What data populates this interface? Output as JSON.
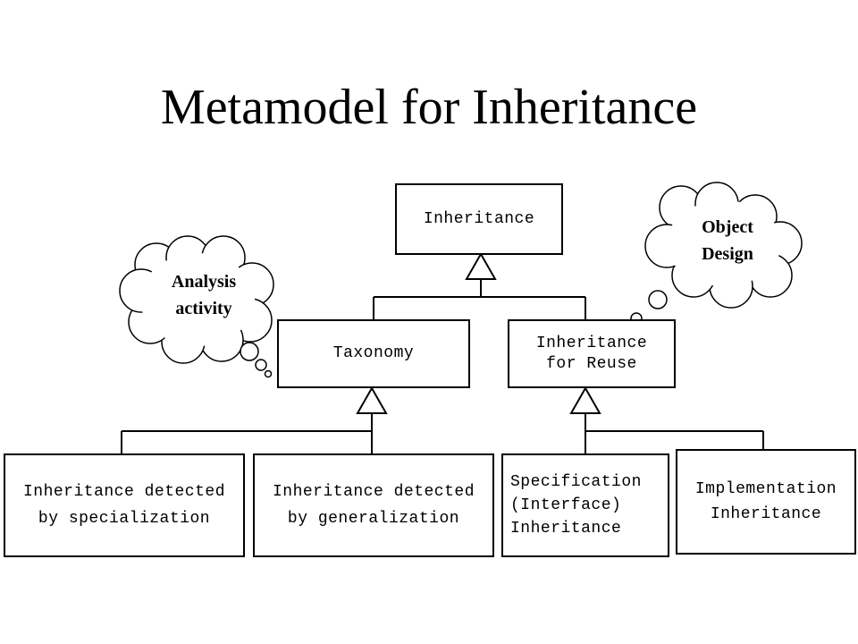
{
  "title": "Metamodel for Inheritance",
  "boxes": {
    "inheritance": "Inheritance",
    "taxonomy": "Taxonomy",
    "reuse": "Inheritance\nfor Reuse",
    "specialization": "Inheritance detected\nby specialization",
    "generalization": "Inheritance detected\nby generalization",
    "specification": "Specification\n(Interface)\nInheritance",
    "implementation": "Implementation\nInheritance"
  },
  "clouds": {
    "analysis": "Analysis\nactivity",
    "design": "Object\nDesign"
  }
}
